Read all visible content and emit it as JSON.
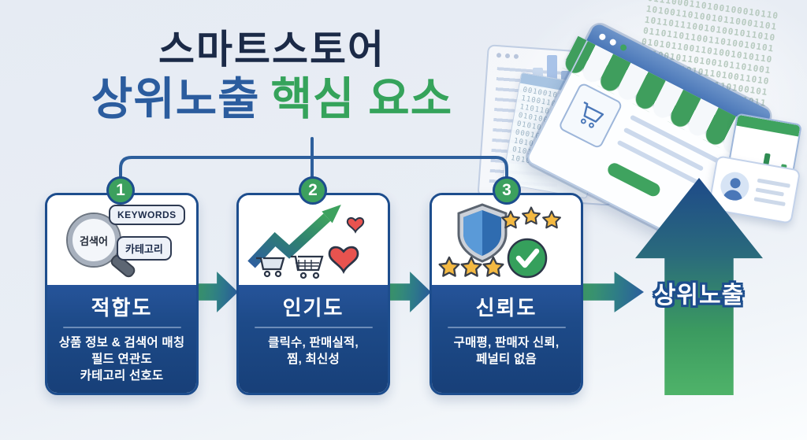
{
  "title": {
    "line1": "스마트스토어",
    "line2_blue": "상위노출",
    "line2_green": "핵심 요소"
  },
  "steps": [
    {
      "number": "1",
      "title": "적합도",
      "lines": [
        "상품 정보 & 검색어 매칭",
        "필드 연관도",
        "카테고리 선호도"
      ],
      "icon": {
        "magnifier_label": "검색어",
        "pill_top": "KEYWORDS",
        "pill_bottom": "카테고리"
      }
    },
    {
      "number": "2",
      "title": "인기도",
      "lines": [
        "클릭수, 판매실적,",
        "찜, 최신성"
      ]
    },
    {
      "number": "3",
      "title": "신뢰도",
      "lines": [
        "구매평, 판매자 신뢰,",
        "페널티 없음"
      ]
    }
  ],
  "result": {
    "label": "상위노출"
  },
  "illustration": {
    "binary_large": "0111000110100100010110\n1010011010010110001101\n1011011100101001011010\n0110110110011010010101\n0101011001101001010110\n1010010110100101101001\n0110100101011010011010\n1001011010010110100101\n0101101001101001011011\n1010010110010110100110\n0110100101101001010101\n1001101001011010011010",
    "binary_panel": "00100101101001011100\n11001101011110011101\n11011011011101100111\n01010010110101010011\n01010100001011010110\n00010111101001101011\n10101001011010011010\n01011010010110101101\n10101000101101011010"
  },
  "colors": {
    "navy": "#1b2a47",
    "blue": "#2b5c9e",
    "green": "#35a35b",
    "card_blue": "#1d4a88",
    "badge_green": "#3ca05e",
    "heart_red": "#e8534f",
    "star_gold": "#f4b942"
  }
}
